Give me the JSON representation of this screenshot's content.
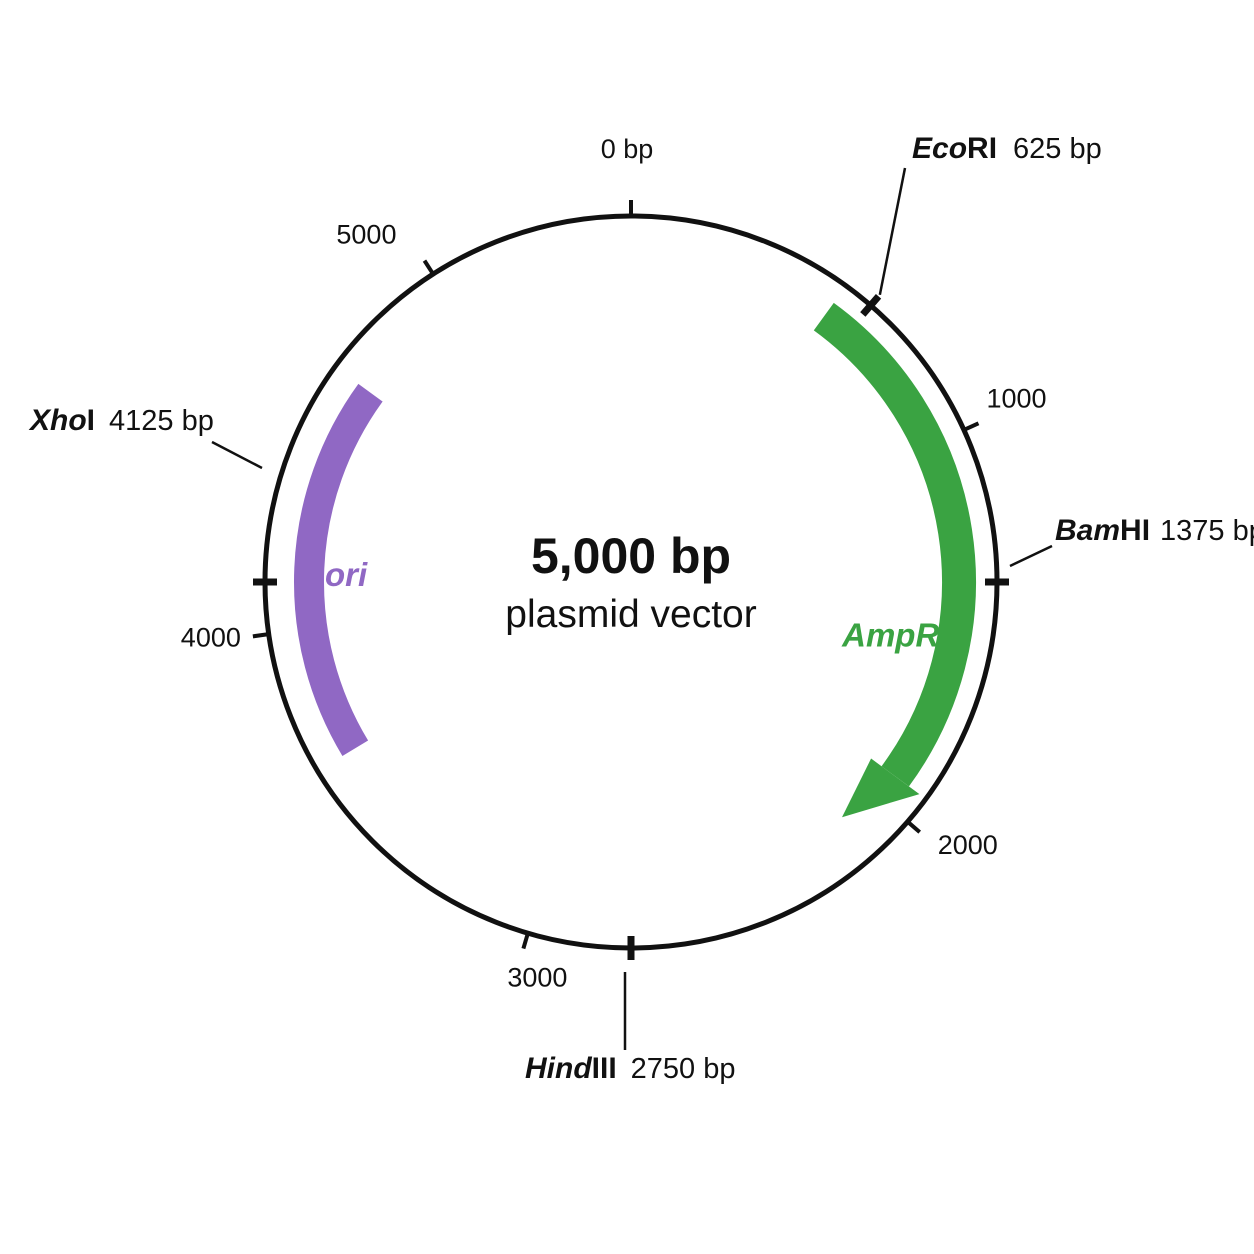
{
  "plasmid": {
    "size_label": "5,000 bp",
    "subtitle": "plasmid vector",
    "length_bp": 5500
  },
  "scale_ticks": [
    {
      "value": 0,
      "label": "0 bp"
    },
    {
      "value": 1000,
      "label": "1000"
    },
    {
      "value": 2000,
      "label": "2000"
    },
    {
      "value": 3000,
      "label": "3000"
    },
    {
      "value": 4000,
      "label": "4000"
    },
    {
      "value": 5000,
      "label": "5000"
    }
  ],
  "restriction_sites": [
    {
      "name": "EcoRI",
      "name_italic": "Eco",
      "name_roman": "RI",
      "position_label": "625 bp",
      "position": 625
    },
    {
      "name": "BamHI",
      "name_italic": "Bam",
      "name_roman": "HI",
      "position_label": "1375 bp",
      "position": 1375
    },
    {
      "name": "HindIII",
      "name_italic": "Hind",
      "name_roman": "III",
      "position_label": "2750 bp",
      "position": 2750
    },
    {
      "name": "XhoI",
      "name_italic": "Xho",
      "name_roman": "I",
      "position_label": "4125 bp",
      "position": 4125
    }
  ],
  "features": [
    {
      "name": "AmpR",
      "color": "#3aa342",
      "start": 550,
      "end": 2100,
      "direction": "clockwise"
    },
    {
      "name": "ori",
      "color": "#9068c4",
      "start": 3650,
      "end": 4675,
      "direction": "none"
    }
  ],
  "colors": {
    "backbone": "#111111",
    "text": "#111111",
    "ampr": "#3aa342",
    "ori": "#9068c4"
  }
}
